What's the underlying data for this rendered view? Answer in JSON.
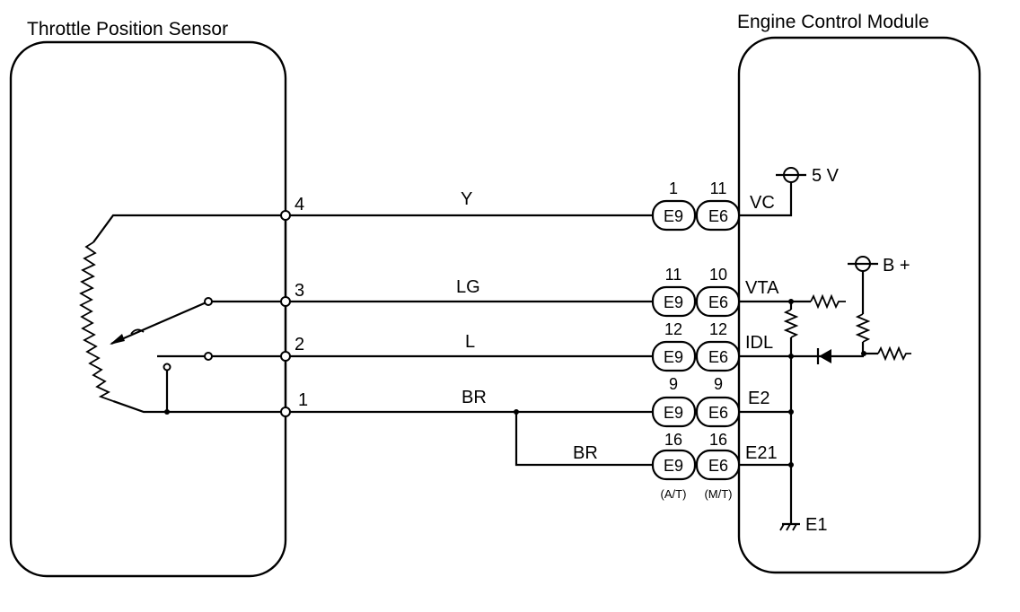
{
  "sensor": {
    "title": "Throttle Position Sensor",
    "pins": [
      "4",
      "3",
      "2",
      "1"
    ]
  },
  "ecm": {
    "title": "Engine Control Module",
    "terminals": [
      "VC",
      "VTA",
      "IDL",
      "E2",
      "E21",
      "E1"
    ],
    "supply_5v": "5 V",
    "supply_b": "B +"
  },
  "wires": [
    {
      "color": "Y"
    },
    {
      "color": "LG"
    },
    {
      "color": "L"
    },
    {
      "color": "BR"
    },
    {
      "color": "BR"
    }
  ],
  "connectors": [
    {
      "left": "E9",
      "right": "E6",
      "left_pin": "1",
      "right_pin": "11"
    },
    {
      "left": "E9",
      "right": "E6",
      "left_pin": "11",
      "right_pin": "10"
    },
    {
      "left": "E9",
      "right": "E6",
      "left_pin": "12",
      "right_pin": "12"
    },
    {
      "left": "E9",
      "right": "E6",
      "left_pin": "9",
      "right_pin": "9"
    },
    {
      "left": "E9",
      "right": "E6",
      "left_pin": "16",
      "right_pin": "16"
    }
  ],
  "notes": {
    "at": "(A/T)",
    "mt": "(M/T)"
  }
}
